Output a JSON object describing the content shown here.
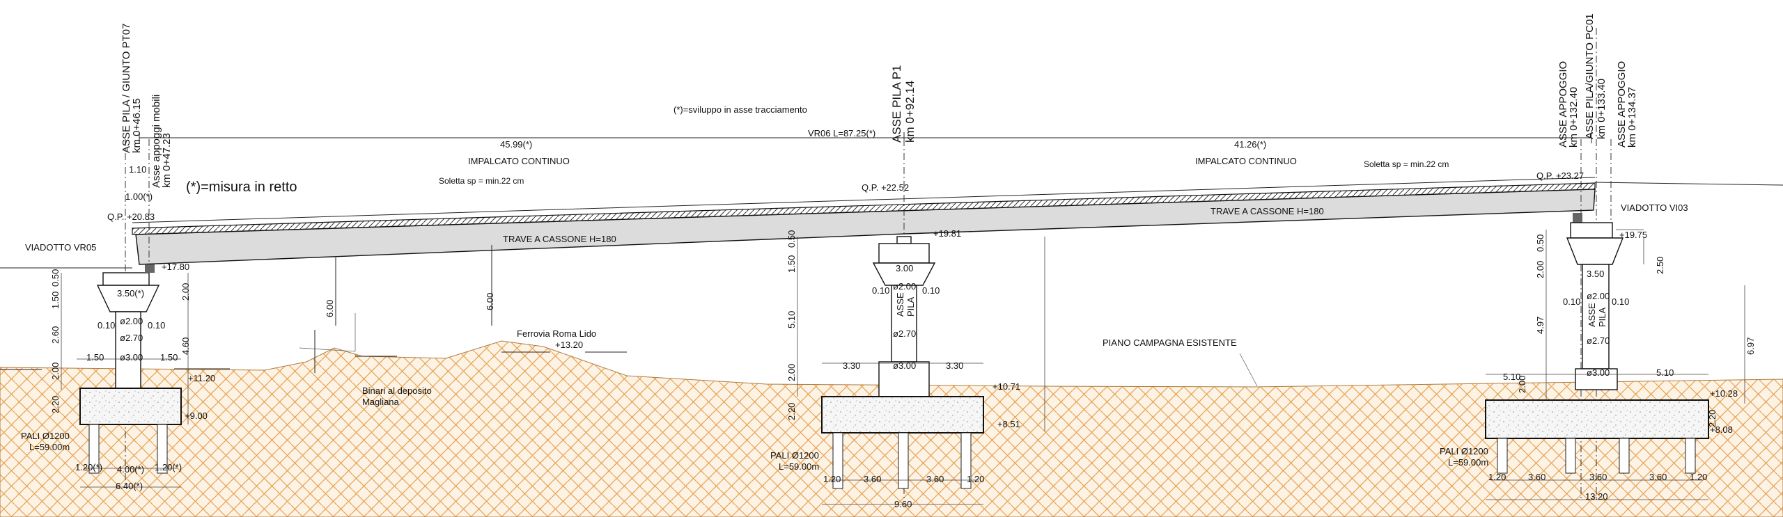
{
  "notes": {
    "sviluppo": "(*)=sviluppo in asse tracciamento",
    "misura": "(*)=misura in retto"
  },
  "deck": {
    "total": "VR06  L=87.25(*)",
    "span1": "45.99(*)",
    "span2": "41.26(*)",
    "impalcato1": "IMPALCATO CONTINUO",
    "impalcato2": "IMPALCATO CONTINUO",
    "soletta1": "Soletta sp = min.22 cm",
    "soletta2": "Soletta sp = min.22 cm",
    "trave1": "TRAVE A CASSONE H=180",
    "trave2": "TRAVE A CASSONE H=180"
  },
  "axes": {
    "pt07_line1": "ASSE PILA / GIUNTO PT07",
    "pt07_line2": "km 0+46.15",
    "pt07_app1": "Asse appoggi mobili",
    "pt07_app2": "km 0+47.23",
    "p1_line1": "ASSE PILA P1",
    "p1_line2": "km 0+92.14",
    "app_left1": "ASSE APPOGGIO",
    "app_left2": "km 0+132.40",
    "pc01_line1": "ASSE PILA/GIUNTO PC01",
    "pc01_line2": "km 0+133.40",
    "app_right1": "ASSE APPOGGIO",
    "app_right2": "km 0+134.37"
  },
  "levels": {
    "qp_left": "Q.P. +20.83",
    "qp_mid": "Q.P. +22.52",
    "qp_right": "Q.P. +23.27",
    "l1780": "+17.80",
    "l1981": "+19.81",
    "l1975": "+19.75",
    "l1120": "+11.20",
    "l900": "+9.00",
    "l1071": "+10.71",
    "l851": "+8.51",
    "l1028": "+10.28",
    "l808": "+8.08",
    "l1320": "+13.20"
  },
  "labels": {
    "viadotto_left": "VIADOTTO VR05",
    "viadotto_right": "VIADOTTO VI03",
    "ferrovia": "Ferrovia Roma Lido",
    "binari1": "Binari al deposito",
    "binari2": "Magliana",
    "piano": "PIANO CAMPAGNA ESISTENTE",
    "asse": "ASSE",
    "pila": "PILA"
  },
  "piles": {
    "left": "PALI Ø1200",
    "left_len": "L=59.00m",
    "mid": "PALI Ø1200",
    "mid_len": "L=59.00m",
    "right": "PALI Ø1200",
    "right_len": "L=59.00m"
  },
  "dims": {
    "d110": "1.10",
    "d100s": "1.00(*)",
    "d050a": "0.50",
    "d150a": "1.50",
    "d260": "2.60",
    "d200a": "2.00",
    "d220a": "2.20",
    "d350s": "3.50(*)",
    "d200b": "2.00",
    "d460": "4.60",
    "d010a": "0.10",
    "d010b": "0.10",
    "phi200a": "ø2.00",
    "phi270a": "ø2.70",
    "phi300a": "ø3.00",
    "d150b": "1.50",
    "d150c": "1.50",
    "d120s1": "1.20(*)",
    "d400s": "4.00(*)",
    "d120s2": "1.20(*)",
    "d640s": "6.40(*)",
    "d600a": "6.00",
    "d600b": "6.00",
    "m150": "1.50",
    "m050": "0.50",
    "m510": "5.10",
    "m200": "2.00",
    "m220": "2.20",
    "m300": "3.00",
    "m010a": "0.10",
    "m010b": "0.10",
    "mphi200": "ø2.00",
    "mphi270": "ø2.70",
    "mphi300": "ø3.00",
    "m330a": "3.30",
    "m330b": "3.30",
    "m120a": "1.20",
    "m360a": "3.60",
    "m360b": "3.60",
    "m120b": "1.20",
    "m960": "9.60",
    "r050": "0.50",
    "r200": "2.00",
    "r497": "4.97",
    "r350": "3.50",
    "r250": "2.50",
    "r010a": "0.10",
    "r010b": "0.10",
    "rphi200": "ø2.00",
    "rphi270": "ø2.70",
    "rphi300": "ø3.00",
    "r697": "6.97",
    "r510a": "5.10",
    "r510b": "5.10",
    "r200b": "2.00",
    "r220": "2.20",
    "r120a": "1.20",
    "r360a": "3.60",
    "r360b": "3.60",
    "r360c": "3.60",
    "r120b": "1.20",
    "r1320": "13.20"
  }
}
